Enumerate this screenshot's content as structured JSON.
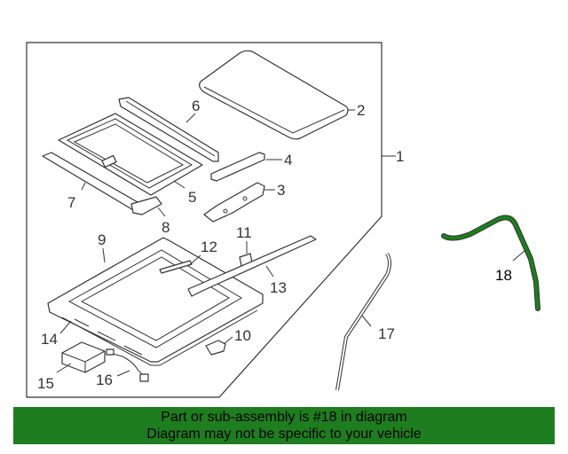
{
  "callouts": {
    "c1": "1",
    "c2": "2",
    "c3": "3",
    "c4": "4",
    "c5": "5",
    "c6": "6",
    "c7": "7",
    "c8": "8",
    "c9": "9",
    "c10": "10",
    "c11": "11",
    "c12": "12",
    "c13": "13",
    "c14": "14",
    "c15": "15",
    "c16": "16",
    "c17": "17",
    "c18": "18"
  },
  "banner": {
    "line1": "Part or sub-assembly is #18 in diagram",
    "line2": "Diagram may not be specific to your vehicle"
  },
  "colors": {
    "highlight": "#1e7d1e",
    "banner_bg": "#1e7d1e",
    "line_art": "#333333",
    "background": "#ffffff"
  }
}
